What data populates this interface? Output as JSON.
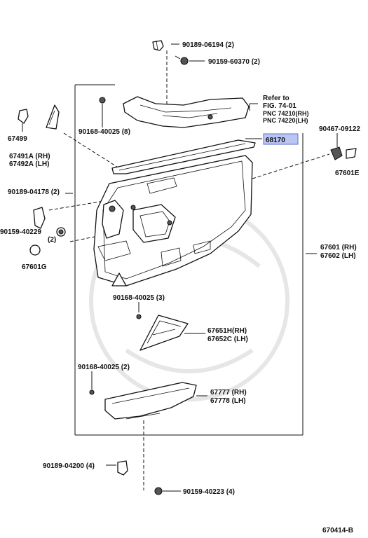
{
  "diagram": {
    "drawing_code": "670414-B",
    "highlight_color": "#b9c6f3",
    "callouts": {
      "c_90189_06194": "90189-06194 (2)",
      "c_90159_60370": "90159-60370 (2)",
      "refer_1": "Refer to",
      "refer_2": "FIG. 74-01",
      "refer_3": "PNC 74210(RH)",
      "refer_4": "PNC 74220(LH)",
      "c_90168_top": "90168-40025 (8)",
      "c_67499": "67499",
      "c_67491a": "67491A (RH)",
      "c_67492a": "67492A (LH)",
      "c_68170": "68170",
      "c_90467": "90467-09122",
      "c_67601e": "67601E",
      "c_90189_04178": "90189-04178 (2)",
      "c_90159_40229": "90159-40229",
      "c_90159_40229_qty": "(2)",
      "c_67601g": "67601G",
      "c_67601": "67601 (RH)",
      "c_67602": "67602 (LH)",
      "c_90168_mid": "90168-40025 (3)",
      "c_67651h": "67651H(RH)",
      "c_67652c": "67652C (LH)",
      "c_90168_low": "90168-40025 (2)",
      "c_67777": "67777 (RH)",
      "c_67778": "67778 (LH)",
      "c_90189_04200": "90189-04200 (4)",
      "c_90159_40223": "90159-40223 (4)"
    }
  }
}
